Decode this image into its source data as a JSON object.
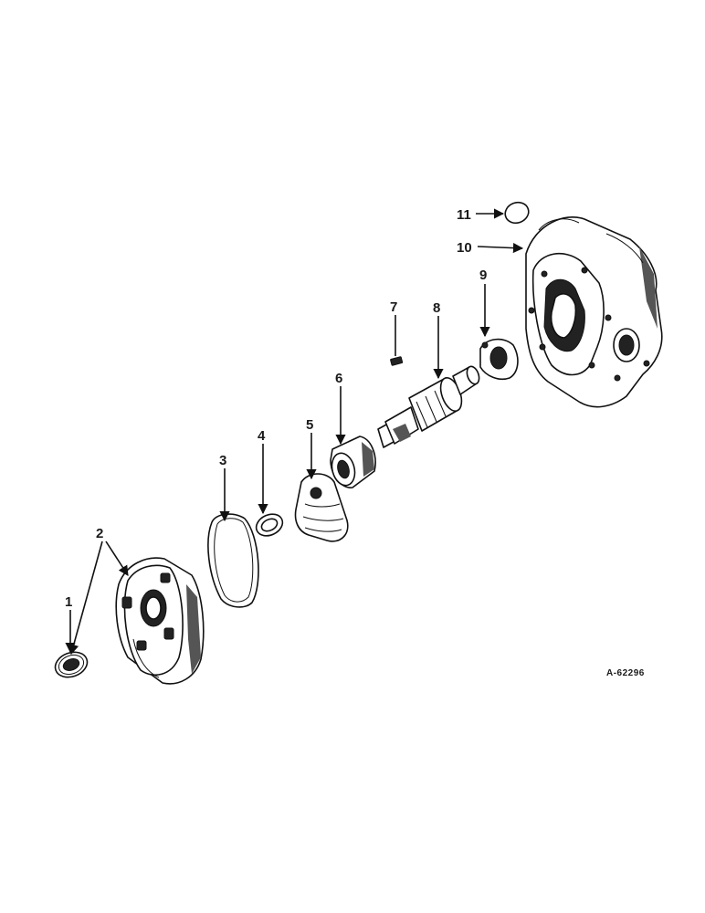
{
  "diagram": {
    "reference": "A-62296",
    "callouts": [
      {
        "id": "1",
        "label": "1"
      },
      {
        "id": "2",
        "label": "2"
      },
      {
        "id": "3",
        "label": "3"
      },
      {
        "id": "4",
        "label": "4"
      },
      {
        "id": "5",
        "label": "5"
      },
      {
        "id": "6",
        "label": "6"
      },
      {
        "id": "7",
        "label": "7"
      },
      {
        "id": "8",
        "label": "8"
      },
      {
        "id": "9",
        "label": "9"
      },
      {
        "id": "10",
        "label": "10"
      },
      {
        "id": "11",
        "label": "11"
      }
    ]
  }
}
